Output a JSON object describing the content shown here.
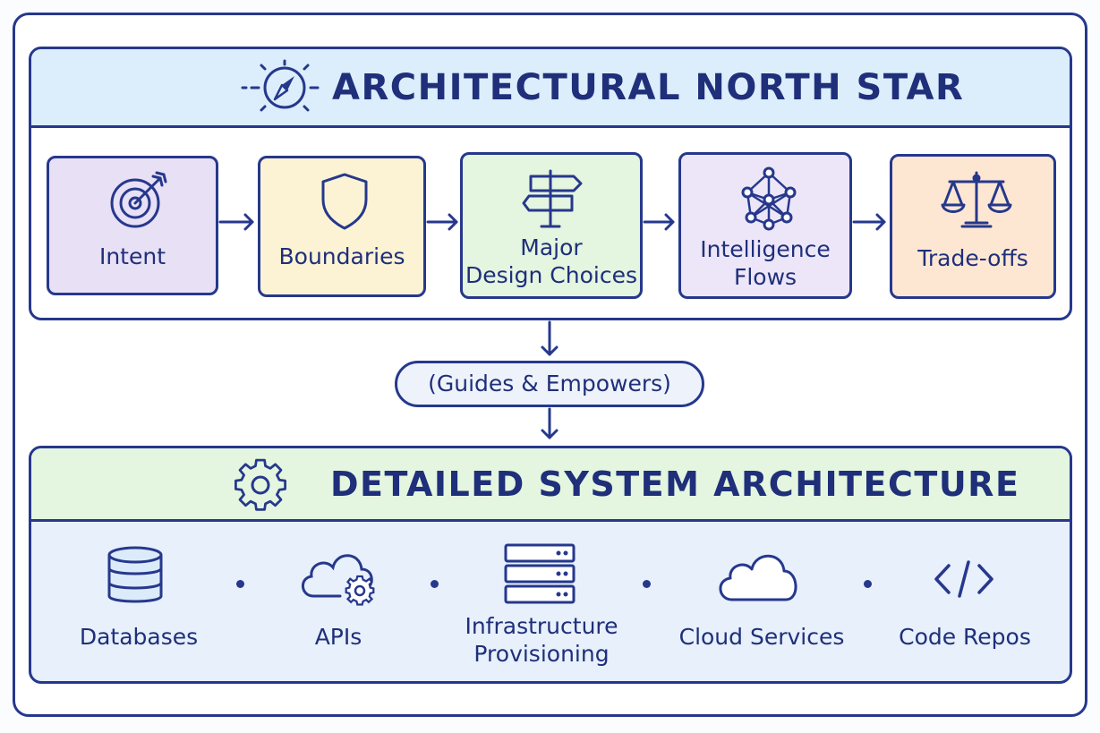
{
  "north_star": {
    "title": "ARCHITECTURAL NORTH STAR",
    "cards": [
      {
        "label_lines": [
          "Intent"
        ],
        "icon": "target-icon",
        "fill": "#e8e0f5"
      },
      {
        "label_lines": [
          "Boundaries"
        ],
        "icon": "shield-icon",
        "fill": "#fcf3d4"
      },
      {
        "label_lines": [
          "Major",
          "Design Choices"
        ],
        "icon": "signpost-icon",
        "fill": "#e4f5e0"
      },
      {
        "label_lines": [
          "Intelligence",
          "Flows"
        ],
        "icon": "network-icon",
        "fill": "#ece6f8"
      },
      {
        "label_lines": [
          "Trade-offs"
        ],
        "icon": "scales-icon",
        "fill": "#fde7d3"
      }
    ]
  },
  "connector": {
    "label": "(Guides & Empowers)"
  },
  "system": {
    "title": "DETAILED SYSTEM ARCHITECTURE",
    "components": [
      {
        "label_lines": [
          "Databases"
        ],
        "icon": "database-icon"
      },
      {
        "label_lines": [
          "APIs"
        ],
        "icon": "cloud-gear-icon"
      },
      {
        "label_lines": [
          "Infrastructure",
          "Provisioning"
        ],
        "icon": "server-rack-icon"
      },
      {
        "label_lines": [
          "Cloud Services"
        ],
        "icon": "cloud-icon"
      },
      {
        "label_lines": [
          "Code Repos"
        ],
        "icon": "code-brackets-icon"
      }
    ]
  },
  "colors": {
    "ink": "#26388c",
    "header_blue": "#dcedfb",
    "header_green": "#e4f6df"
  }
}
